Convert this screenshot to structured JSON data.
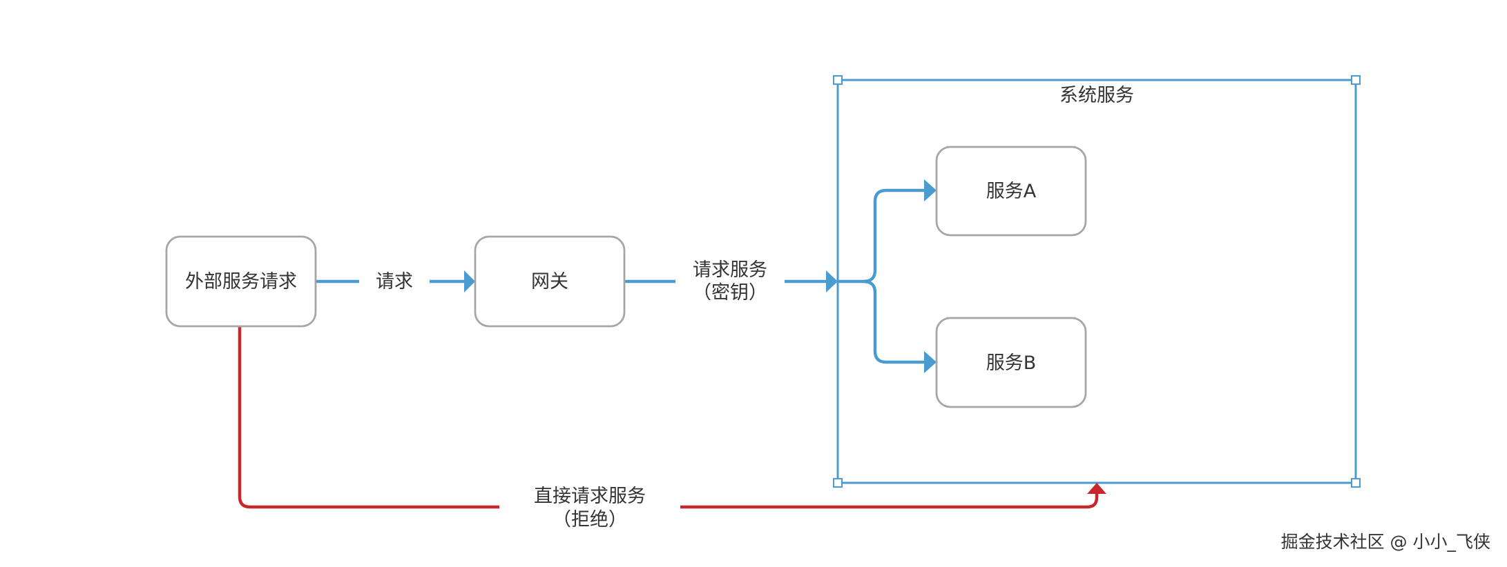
{
  "colors": {
    "flow_line": "#4a9bd0",
    "rejected_line": "#c8282c",
    "node_border": "#a6a6a6",
    "text": "#333333"
  },
  "nodes": {
    "external_request": "外部服务请求",
    "gateway": "网关",
    "service_a": "服务A",
    "service_b": "服务B"
  },
  "container": {
    "title": "系统服务"
  },
  "edges": {
    "request": "请求",
    "request_service_line1": "请求服务",
    "request_service_line2": "（密钥）",
    "direct_request_line1": "直接请求服务",
    "direct_request_line2": "（拒绝）"
  },
  "watermark": "掘金技术社区 @ 小小_飞侠"
}
